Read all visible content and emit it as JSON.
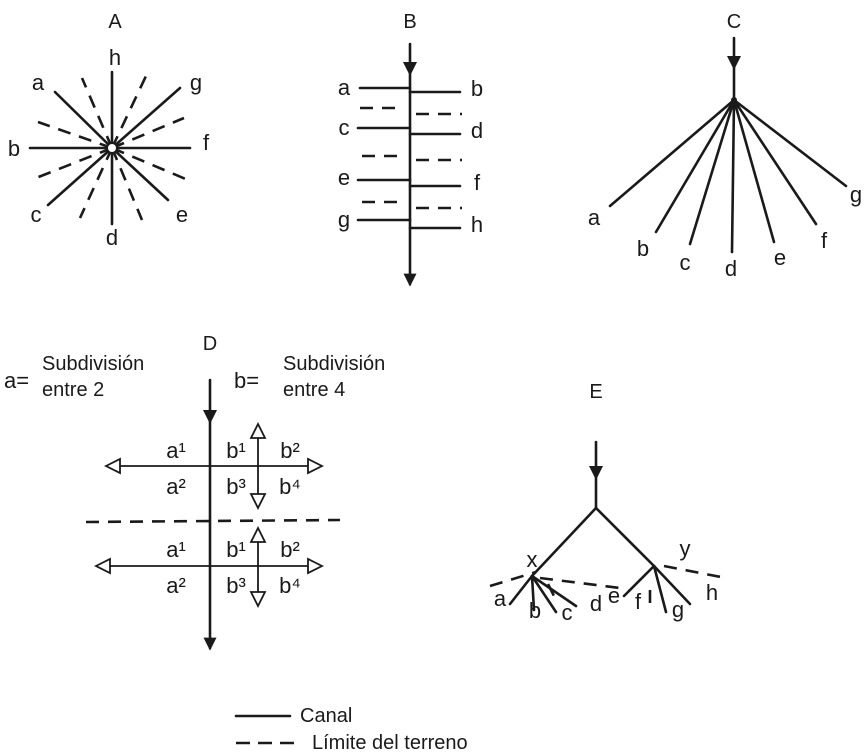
{
  "panels": {
    "A": {
      "title": "A",
      "labels": {
        "a": "a",
        "b": "b",
        "c": "c",
        "d": "d",
        "e": "e",
        "f": "f",
        "g": "g",
        "h": "h"
      }
    },
    "B": {
      "title": "B",
      "labels": {
        "a": "a",
        "b": "b",
        "c": "c",
        "d": "d",
        "e": "e",
        "f": "f",
        "g": "g",
        "h": "h"
      }
    },
    "C": {
      "title": "C",
      "labels": {
        "a": "a",
        "b": "b",
        "c": "c",
        "d": "d",
        "e": "e",
        "f": "f",
        "g": "g"
      }
    },
    "D": {
      "title": "D",
      "a_prefix": "a=",
      "a_text_1": "Subdivisión",
      "a_text_2": "entre 2",
      "b_prefix": "b=",
      "b_text_1": "Subdivisión",
      "b_text_2": "entre 4",
      "cells": {
        "a1": "a¹",
        "a2": "a²",
        "b1": "b¹",
        "b2": "b²",
        "b3": "b³",
        "b4": "b⁴"
      }
    },
    "E": {
      "title": "E",
      "labels": {
        "x": "x",
        "y": "y",
        "a": "a",
        "b": "b",
        "c": "c",
        "d": "d",
        "e": "e",
        "f": "f",
        "g": "g",
        "h": "h"
      }
    }
  },
  "legend": {
    "canal": "Canal",
    "limite": "Límite del terreno"
  }
}
